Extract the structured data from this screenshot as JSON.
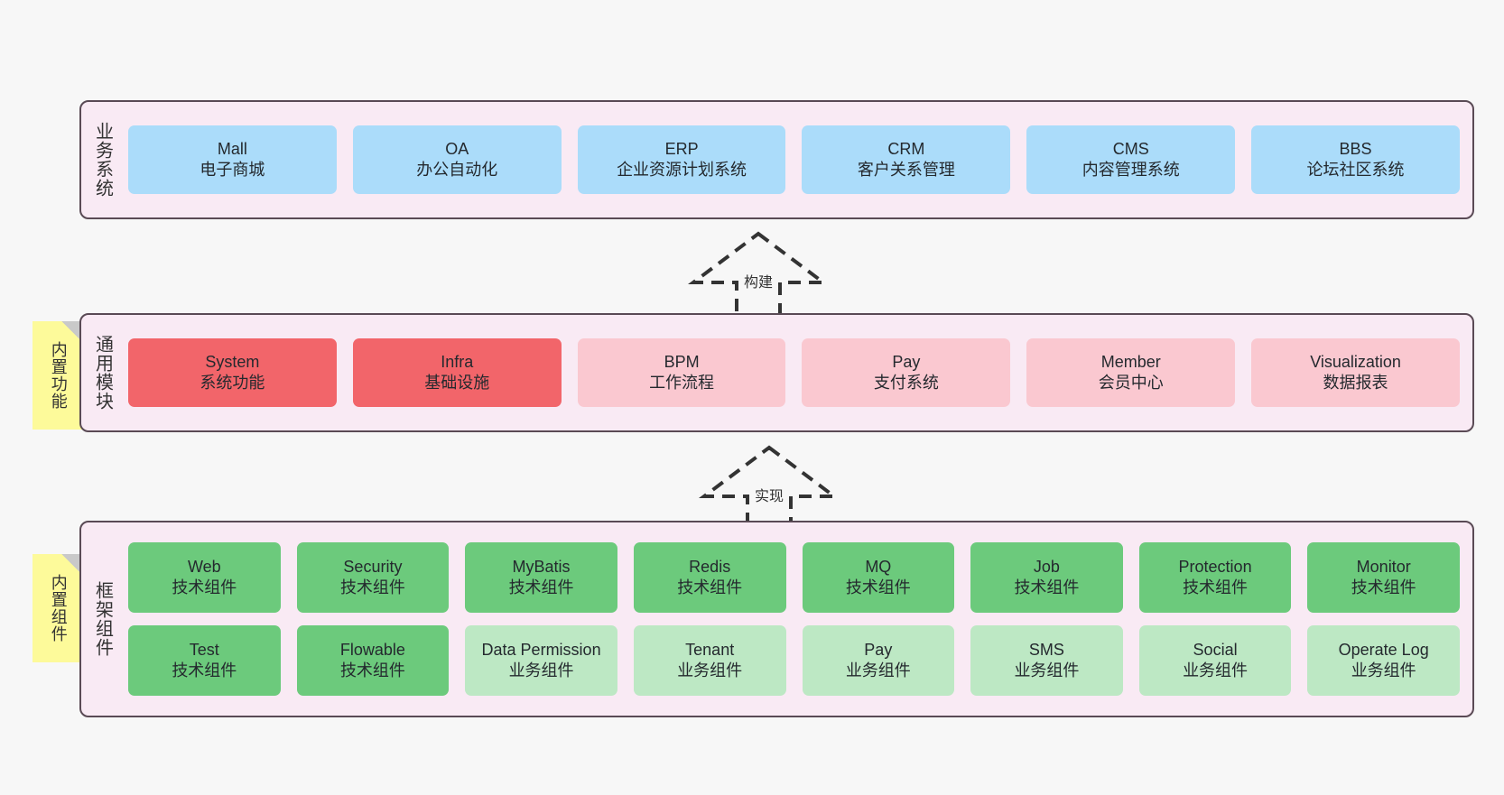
{
  "diagram": {
    "background_color": "#f7f7f7",
    "panel_fill": "#f9eaf4",
    "panel_border": "#5a4a55",
    "sticky_color": "#fdfa9a",
    "palette": {
      "business": "#abdcfa",
      "core_module": "#f2656a",
      "module": "#fac8d0",
      "tech_component": "#6cca7c",
      "biz_component": "#bde8c4"
    }
  },
  "layers": [
    {
      "id": "business",
      "title": "业务系统",
      "rows": [
        {
          "cards": [
            {
              "name": "Mall",
              "desc": "电子商城",
              "style": "c-blue"
            },
            {
              "name": "OA",
              "desc": "办公自动化",
              "style": "c-blue"
            },
            {
              "name": "ERP",
              "desc": "企业资源计划系统",
              "style": "c-blue"
            },
            {
              "name": "CRM",
              "desc": "客户关系管理",
              "style": "c-blue"
            },
            {
              "name": "CMS",
              "desc": "内容管理系统",
              "style": "c-blue"
            },
            {
              "name": "BBS",
              "desc": "论坛社区系统",
              "style": "c-blue"
            }
          ]
        }
      ]
    },
    {
      "id": "common",
      "title": "通用模块",
      "sticky": "内置功能",
      "rows": [
        {
          "cards": [
            {
              "name": "System",
              "desc": "系统功能",
              "style": "c-red"
            },
            {
              "name": "Infra",
              "desc": "基础设施",
              "style": "c-red"
            },
            {
              "name": "BPM",
              "desc": "工作流程",
              "style": "c-pink"
            },
            {
              "name": "Pay",
              "desc": "支付系统",
              "style": "c-pink"
            },
            {
              "name": "Member",
              "desc": "会员中心",
              "style": "c-pink"
            },
            {
              "name": "Visualization",
              "desc": "数据报表",
              "style": "c-pink"
            }
          ]
        }
      ]
    },
    {
      "id": "frame",
      "title": "框架组件",
      "sticky": "内置组件",
      "rows": [
        {
          "cards": [
            {
              "name": "Web",
              "desc": "技术组件",
              "style": "c-green"
            },
            {
              "name": "Security",
              "desc": "技术组件",
              "style": "c-green"
            },
            {
              "name": "MyBatis",
              "desc": "技术组件",
              "style": "c-green"
            },
            {
              "name": "Redis",
              "desc": "技术组件",
              "style": "c-green"
            },
            {
              "name": "MQ",
              "desc": "技术组件",
              "style": "c-green"
            },
            {
              "name": "Job",
              "desc": "技术组件",
              "style": "c-green"
            },
            {
              "name": "Protection",
              "desc": "技术组件",
              "style": "c-green"
            },
            {
              "name": "Monitor",
              "desc": "技术组件",
              "style": "c-green"
            }
          ]
        },
        {
          "cards": [
            {
              "name": "Test",
              "desc": "技术组件",
              "style": "c-green"
            },
            {
              "name": "Flowable",
              "desc": "技术组件",
              "style": "c-green"
            },
            {
              "name": "Data Permission",
              "desc": "业务组件",
              "style": "c-green-light"
            },
            {
              "name": "Tenant",
              "desc": "业务组件",
              "style": "c-green-light"
            },
            {
              "name": "Pay",
              "desc": "业务组件",
              "style": "c-green-light"
            },
            {
              "name": "SMS",
              "desc": "业务组件",
              "style": "c-green-light"
            },
            {
              "name": "Social",
              "desc": "业务组件",
              "style": "c-green-light"
            },
            {
              "name": "Operate Log",
              "desc": "业务组件",
              "style": "c-green-light"
            }
          ]
        }
      ]
    }
  ],
  "connectors": [
    {
      "id": "build",
      "label": "构建",
      "direction": "up",
      "style": "dashed-block-arrow"
    },
    {
      "id": "impl",
      "label": "实现",
      "direction": "up",
      "style": "dashed-block-arrow"
    }
  ]
}
